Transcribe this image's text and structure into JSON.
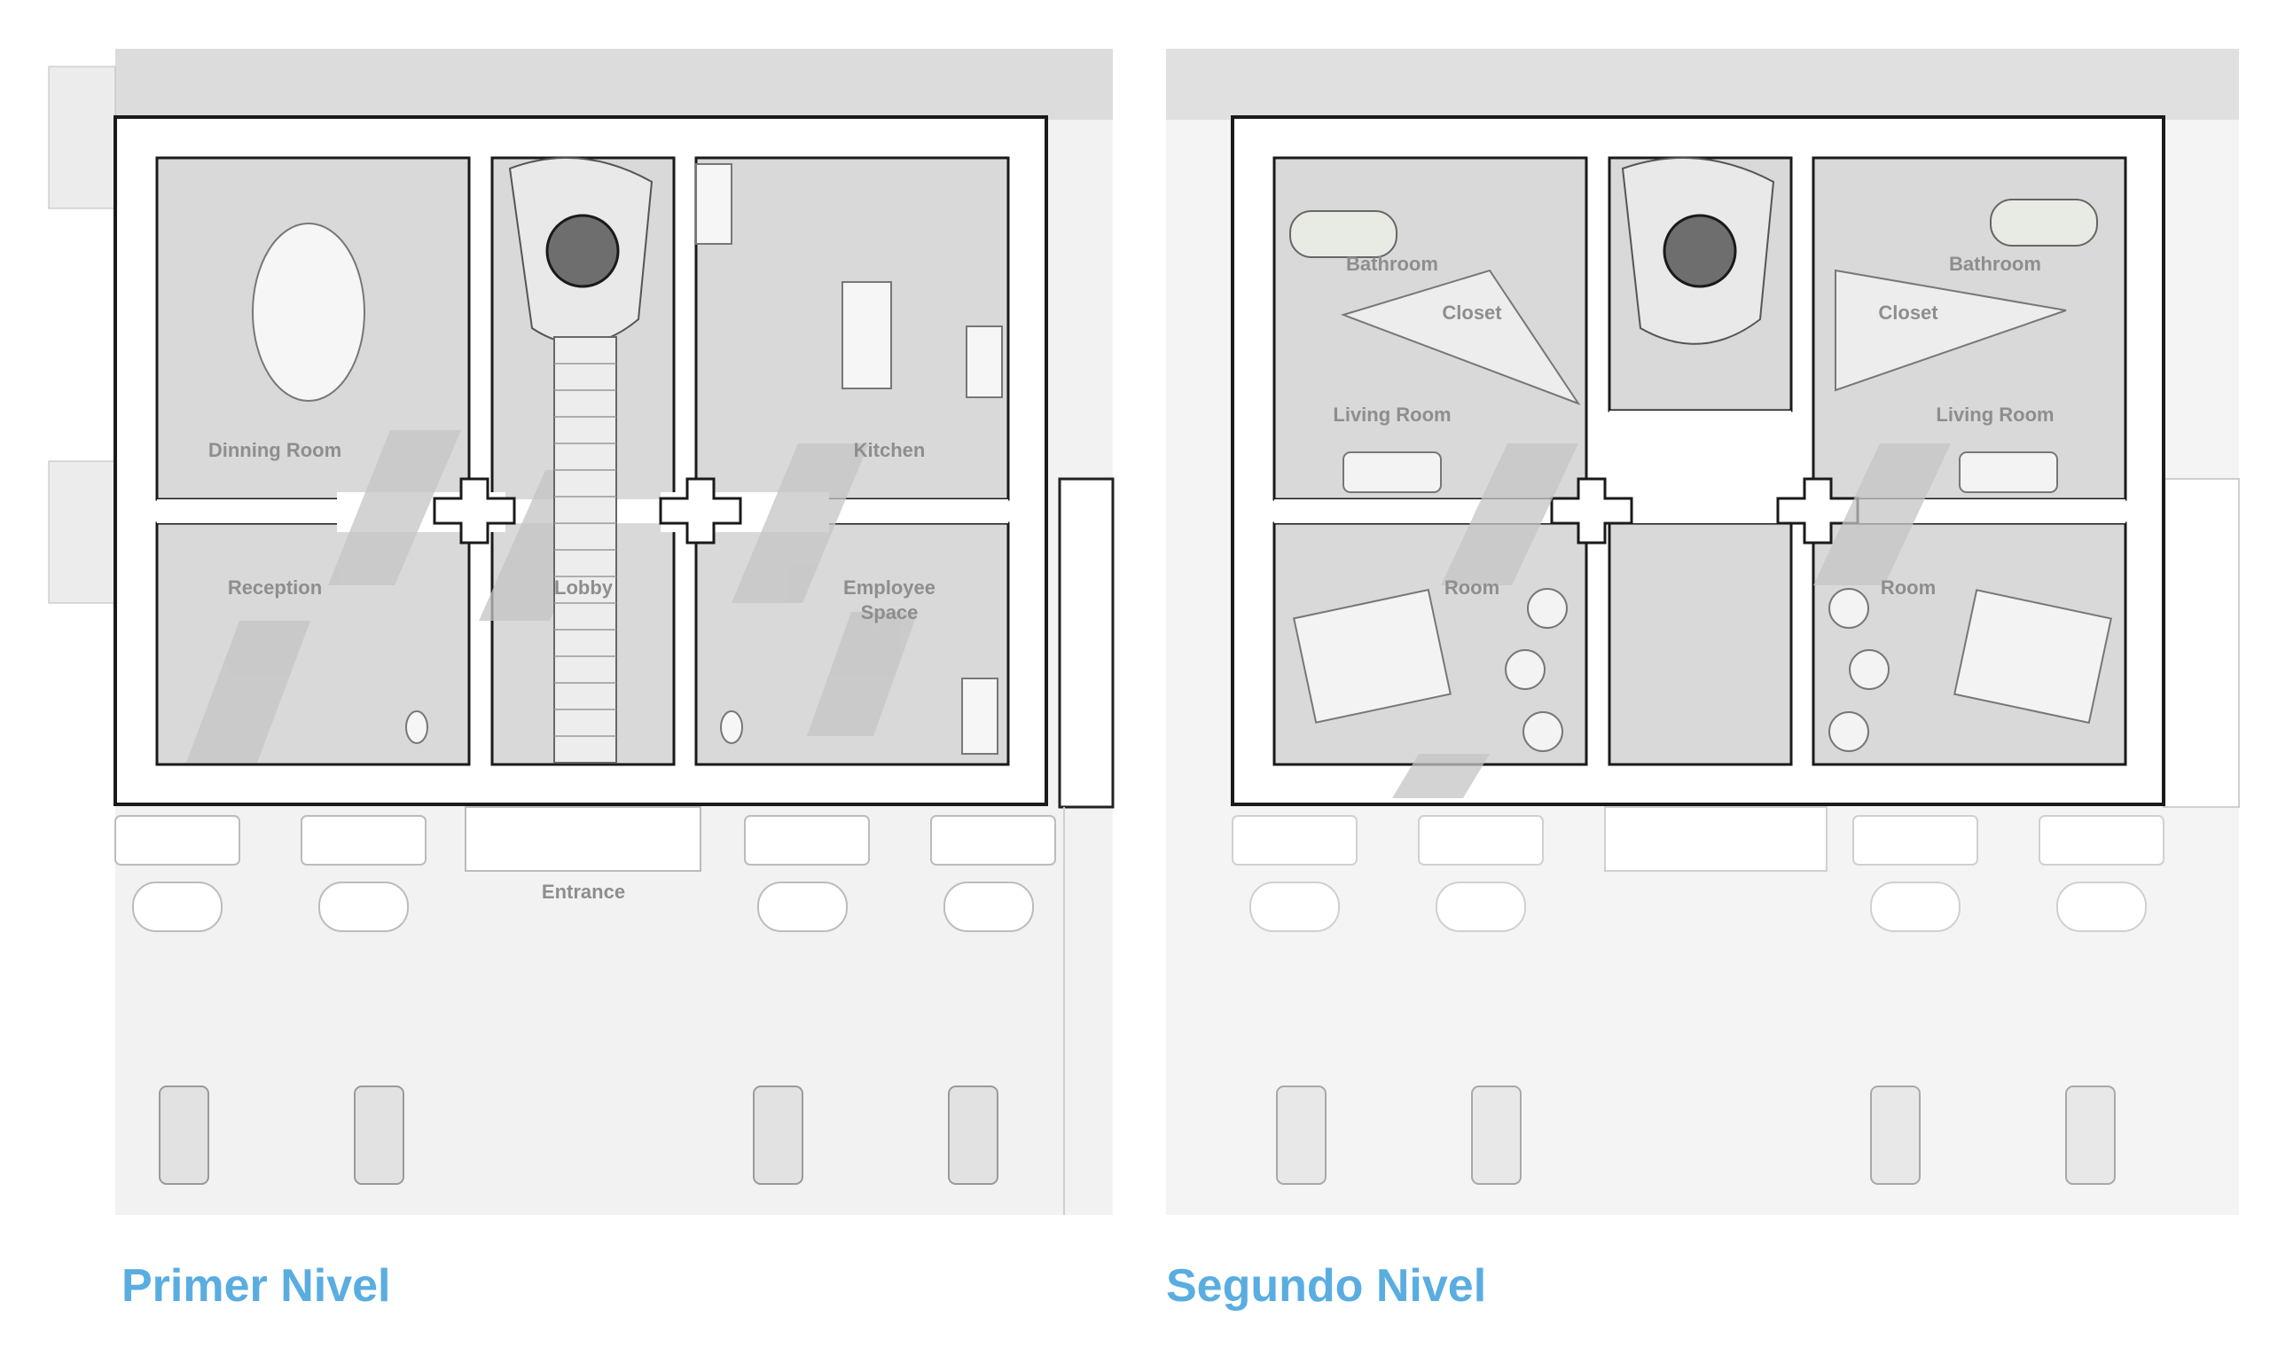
{
  "levels": [
    {
      "title": "Primer Nivel",
      "rooms": {
        "dinning": "Dinning Room",
        "kitchen": "Kitchen",
        "reception": "Reception",
        "lobby": "Lobby",
        "employee_line1": "Employee",
        "employee_line2": "Space",
        "entrance": "Entrance"
      }
    },
    {
      "title": "Segundo Nivel",
      "rooms": {
        "bathroom_left": "Bathroom",
        "closet_left": "Closet",
        "bathroom_right": "Bathroom",
        "closet_right": "Closet",
        "living_left": "Living Room",
        "living_right": "Living Room",
        "room_left": "Room",
        "room_right": "Room"
      }
    }
  ],
  "colors": {
    "title": "#5aade0",
    "wall": "#ffffff",
    "wall_outline": "#1a1a1a",
    "floor": "#d9d9d9",
    "shadow": "#c4c4c4",
    "label": "#8e8e8e"
  }
}
